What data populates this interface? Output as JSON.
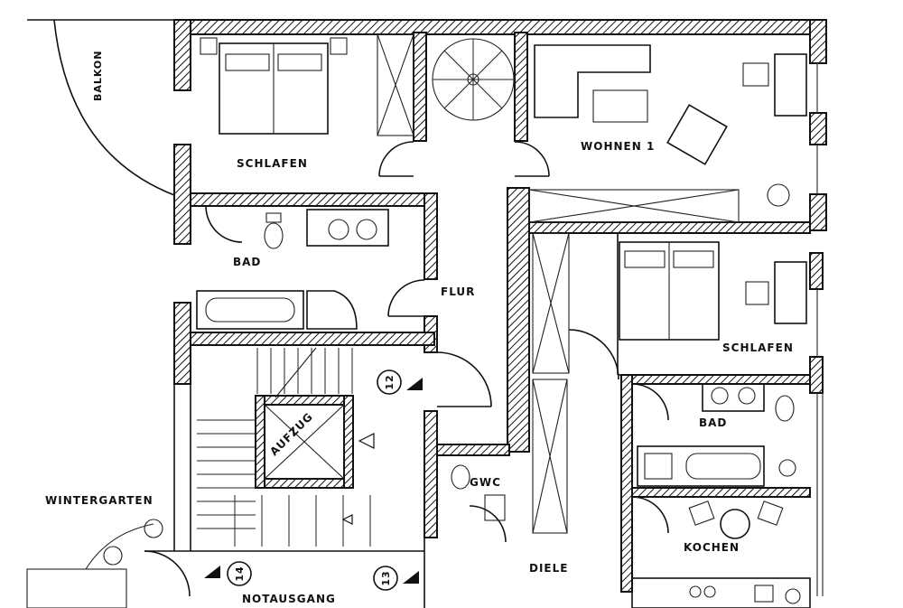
{
  "rooms": {
    "balkon": "BALKON",
    "schlafen_1": "SCHLAFEN",
    "wohnen_1": "WOHNEN 1",
    "bad_1": "BAD",
    "flur": "FLUR",
    "schlafen_2": "SCHLAFEN",
    "bad_2": "BAD",
    "aufzug": "AUFZUG",
    "gwc": "GWC",
    "wintergarten": "WINTERGARTEN",
    "kochen": "KOCHEN",
    "diele": "DIELE",
    "notausgang": "NOTAUSGANG"
  },
  "markers": {
    "m12": "12",
    "m13": "13",
    "m14": "14"
  }
}
